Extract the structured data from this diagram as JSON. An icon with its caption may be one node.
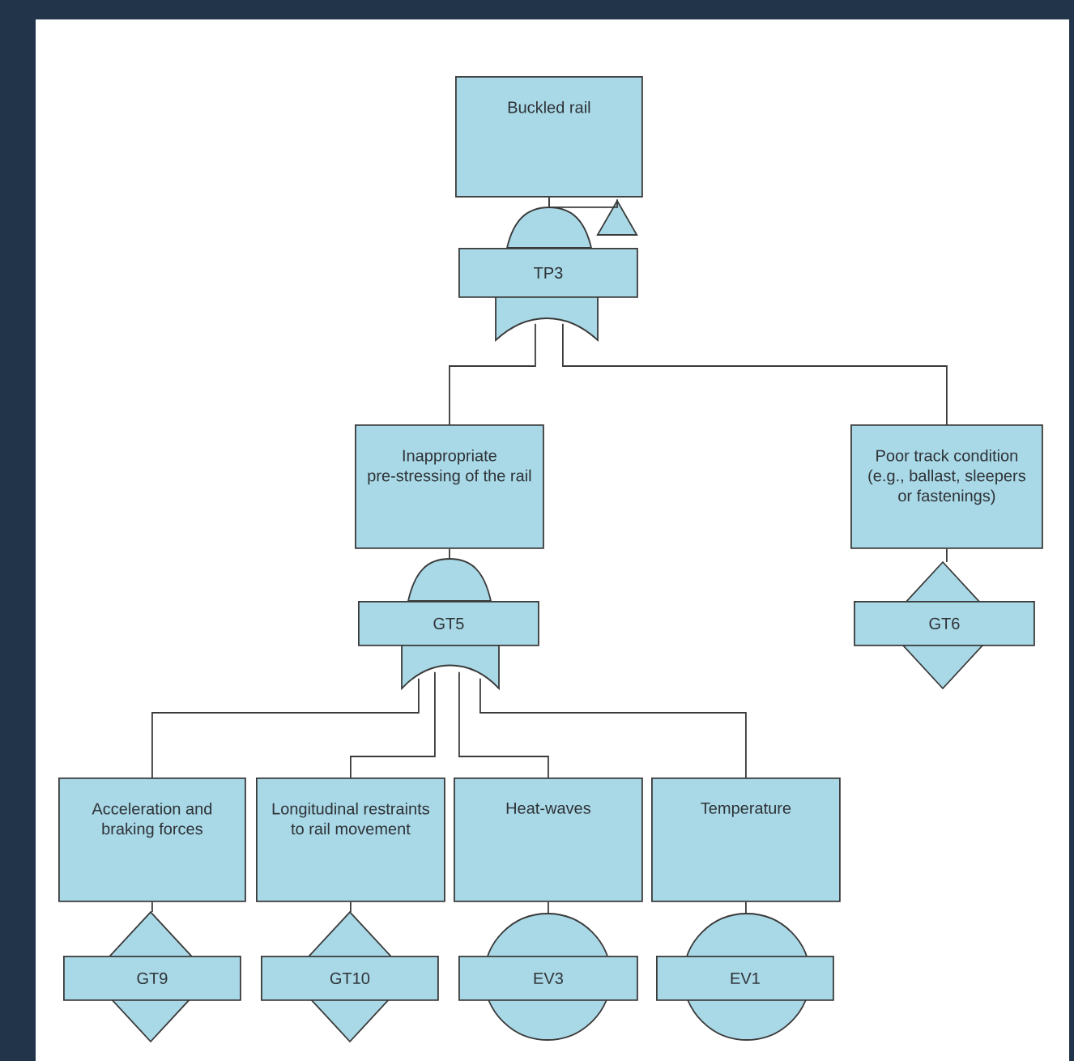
{
  "diagram": {
    "nodes": [
      {
        "text": [
          "Buckled rail"
        ]
      },
      {
        "text": [
          "TP3"
        ]
      },
      {
        "text": [
          "Inappropriate pre-stressing of the rail"
        ]
      },
      {
        "text": [
          "GT5"
        ]
      },
      {
        "text": [
          "Poor track condition (e.g., ballast, sleepers or fastenings)"
        ]
      },
      {
        "text": [
          "GT6"
        ]
      },
      {
        "text": [
          "Acceleration and braking forces"
        ]
      },
      {
        "text": [
          "GT9"
        ]
      },
      {
        "text": [
          "Longitudinal restraints to rail movement"
        ]
      },
      {
        "text": [
          "GT10"
        ]
      },
      {
        "text": [
          "Heat-waves"
        ]
      },
      {
        "text": [
          "EV3"
        ]
      },
      {
        "text": [
          "Temperature"
        ]
      },
      {
        "text": [
          "EV1"
        ]
      },
      {
        "text": [],
        "shape": "triangle"
      }
    ],
    "edges": [
      {
        "from": 0,
        "to": 1,
        "arrow": "none"
      },
      {
        "from": 1,
        "to": 2,
        "arrow": "none"
      },
      {
        "from": 1,
        "to": 4,
        "arrow": "none"
      },
      {
        "from": 2,
        "to": 3,
        "arrow": "none"
      },
      {
        "from": 3,
        "to": 6,
        "arrow": "none"
      },
      {
        "from": 3,
        "to": 8,
        "arrow": "none"
      },
      {
        "from": 3,
        "to": 10,
        "arrow": "none"
      },
      {
        "from": 3,
        "to": 12,
        "arrow": "none"
      },
      {
        "from": 4,
        "to": 5,
        "arrow": "none"
      },
      {
        "from": 6,
        "to": 7,
        "arrow": "none"
      },
      {
        "from": 8,
        "to": 9,
        "arrow": "none"
      },
      {
        "from": 10,
        "to": 11,
        "arrow": "none"
      },
      {
        "from": 12,
        "to": 13,
        "arrow": "none"
      },
      {
        "from": 0,
        "to": 14,
        "arrow": "none"
      }
    ]
  }
}
